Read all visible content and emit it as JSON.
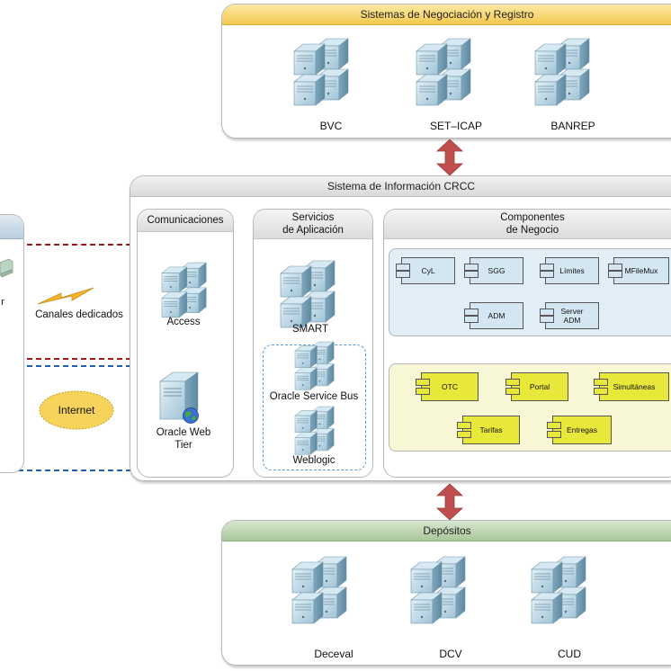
{
  "negociacion": {
    "title": "Sistemas de Negociación y Registro",
    "servers": [
      "BVC",
      "SET–ICAP",
      "BANREP"
    ]
  },
  "crcc": {
    "title": "Sistema de Información CRCC",
    "comunicaciones": {
      "title": "Comunicaciones",
      "access": "Access",
      "web_tier_l1": "Oracle Web",
      "web_tier_l2": "Tier"
    },
    "servicios": {
      "title_l1": "Servicios",
      "title_l2": "de Aplicación",
      "smart": "SMART",
      "osb": "Oracle Service Bus",
      "weblogic": "Weblogic"
    },
    "componentes": {
      "title_l1": "Componentes",
      "title_l2": "de Negocio",
      "blue": [
        "CyL",
        "SGG",
        "Límites",
        "MFileMux",
        "ADM",
        "Server ADM"
      ],
      "yellow": [
        "OTC",
        "Portal",
        "Simultáneas",
        "Tarifas",
        "Entregas"
      ]
    }
  },
  "left": {
    "dedicados": "Canales dedicados",
    "internet": "Internet",
    "partial_letter": "r"
  },
  "depositos": {
    "title": "Depósitos",
    "servers": [
      "Deceval",
      "DCV",
      "CUD"
    ]
  },
  "colors": {
    "red_dash": "#a01818",
    "blue_dash": "#1f5fb0",
    "arrow": "#c0504d",
    "internet": "#f6d35a",
    "bolt": "#f2b52b"
  }
}
